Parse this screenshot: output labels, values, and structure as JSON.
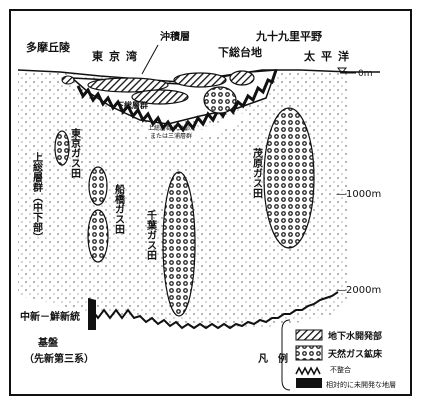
{
  "diagram": {
    "labels": {
      "tama_hills": "多摩丘陵",
      "tokyo_bay": "東京湾",
      "alluvium": "沖積層",
      "kujukuri": "九十九里平野",
      "shimosa_upland": "下総台地",
      "pacific": "太平洋",
      "sea_level": "0m",
      "shimosa_group": "下総層群",
      "kazusa_group_upper": "上総層群（上部）",
      "kazusa_group_upper_sub": "または三浦層群",
      "kazusa_group_midlower": "上総層群（中下部）",
      "tokyo_gas_field": "東京ガス田",
      "funabashi_gas_field": "船橋ガス田",
      "chiba_gas_field": "千葉ガス田",
      "mobara_gas_field": "茂原ガス田",
      "depth_1000": "—1000m",
      "depth_2000": "—2000m",
      "unconformity_line": "中新－鮮新統",
      "basement": "基盤",
      "basement_sub": "（先新第三系）"
    },
    "legend": {
      "title": "凡　例",
      "groundwater": "地下水開発部",
      "gas_deposit": "天然ガス鉱床",
      "unconformity": "不整合",
      "undeveloped": "相対的に未開発な地層"
    }
  }
}
